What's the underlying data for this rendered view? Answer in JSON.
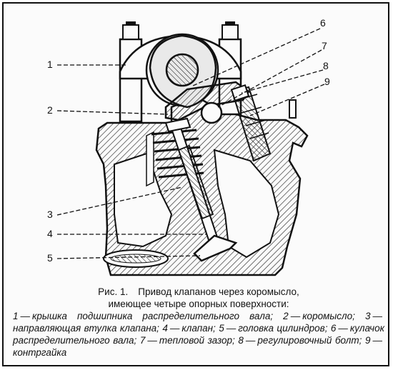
{
  "figure": {
    "fig_label": "Рис. 1.",
    "title": "Привод клапанов через коромысло,",
    "subtitle": "имеющее четыре опорных поверхности:"
  },
  "callouts": [
    "1",
    "2",
    "3",
    "4",
    "5",
    "6",
    "7",
    "8",
    "9"
  ],
  "legend": [
    {
      "num": "1",
      "text": "крышка подшипника распределительного вала;"
    },
    {
      "num": "2",
      "text": "коромысло;"
    },
    {
      "num": "3",
      "text": "направляющая втулка клапана;"
    },
    {
      "num": "4",
      "text": "клапан;"
    },
    {
      "num": "5",
      "text": "головка цилиндров;"
    },
    {
      "num": "6",
      "text": "кулачок распределительного вала;"
    },
    {
      "num": "7",
      "text": "тепловой зазор;"
    },
    {
      "num": "8",
      "text": "регулировочный болт;"
    },
    {
      "num": "9",
      "text": "контргайка"
    }
  ],
  "colors": {
    "ink": "#111111",
    "hatch": "#222222",
    "paper": "#fbfbfb"
  }
}
